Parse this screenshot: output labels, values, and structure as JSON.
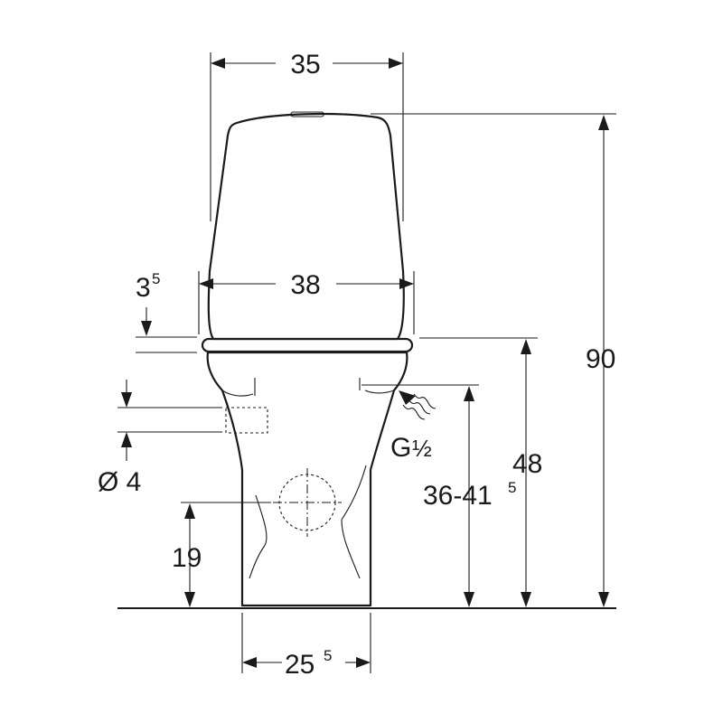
{
  "dimensions": {
    "tank_width": {
      "main": "35",
      "sup": ""
    },
    "seat_width": {
      "main": "38",
      "sup": ""
    },
    "seat_offset": {
      "main": "3",
      "sup": "5"
    },
    "height_total": {
      "main": "90",
      "sup": ""
    },
    "height_seat": {
      "main": "48",
      "sup": ""
    },
    "height_inlet": {
      "main": "36-41",
      "sup": "5"
    },
    "outlet_height": {
      "main": "19",
      "sup": ""
    },
    "base_width": {
      "main": "25",
      "sup": "5"
    },
    "fixing_hole": {
      "main": "Ø 4",
      "sup": ""
    },
    "water_inlet": {
      "main": "G",
      "frac": "½"
    }
  },
  "colors": {
    "line": "#1a1a1a",
    "background": "#ffffff"
  },
  "icons": [
    "water-inlet-arrow-icon",
    "outlet-circle-icon",
    "floor-line"
  ]
}
